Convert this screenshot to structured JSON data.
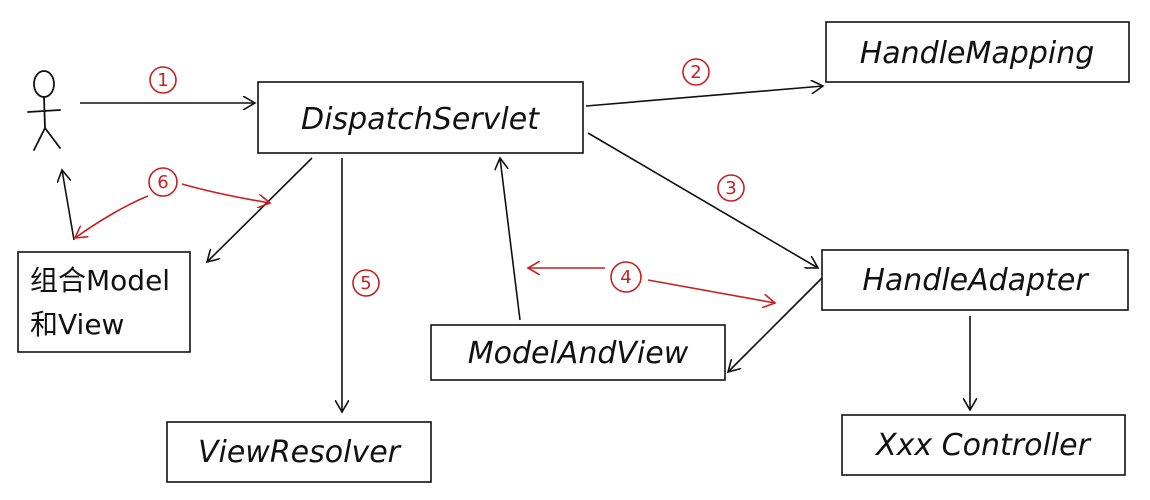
{
  "nodes": {
    "dispatch": "DispatchServlet",
    "handle_mapping": "HandleMapping",
    "handle_adapter": "HandleAdapter",
    "controller": "Xxx Controller",
    "model_and_view": "ModelAndView",
    "view_resolver": "ViewResolver",
    "combine_line1": "组合Model",
    "combine_line2": "和View"
  },
  "steps": {
    "s1": "1",
    "s2": "2",
    "s3": "3",
    "s4": "4",
    "s5": "5",
    "s6": "6"
  },
  "colors": {
    "ink": "#111111",
    "red": "#c62020"
  }
}
